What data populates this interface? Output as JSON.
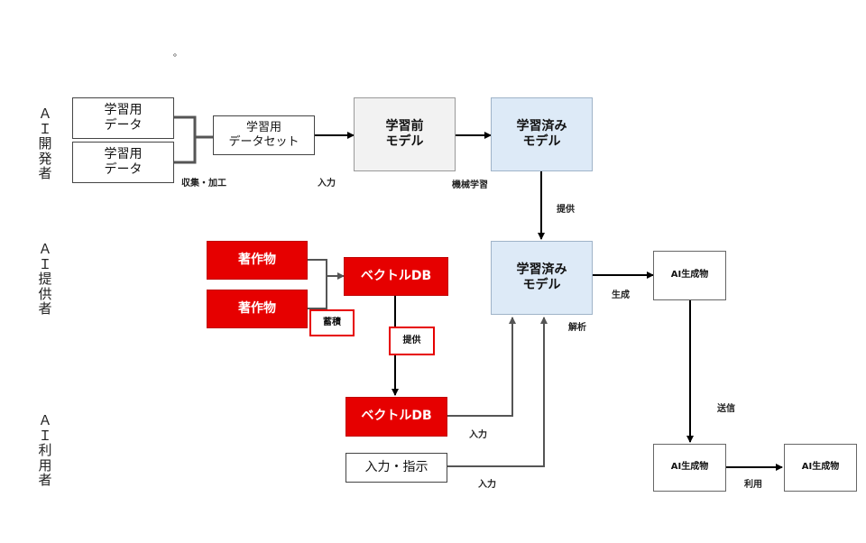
{
  "stray_mark": "。",
  "row_labels": {
    "developer": "Ａ\nＩ\n開\n発\n者",
    "provider": "Ａ\nＩ\n提\n供\n者",
    "user": "Ａ\nＩ\n利\n用\n者"
  },
  "nodes": {
    "training_data_1": "学習用\nデータ",
    "training_data_2": "学習用\nデータ",
    "training_dataset": "学習用\nデータセット",
    "pretrain_model": "学習前\nモデル",
    "trained_model_dev": "学習済み\nモデル",
    "copyright_work_1": "著作物",
    "copyright_work_2": "著作物",
    "vector_db_provider": "ベクトルDB",
    "trained_model_provider": "学習済み\nモデル",
    "ai_output_provider": "AI生成物",
    "vector_db_user": "ベクトルDB",
    "input_instruction": "入力・指示",
    "ai_output_user": "AI生成物",
    "ai_output_final": "AI生成物"
  },
  "labels": {
    "collect_process": "収集・加工",
    "input_1": "入力",
    "machine_learning": "機械学習",
    "provide_1": "提供",
    "accumulate": "蓄積",
    "provide_2": "提供",
    "analyze": "解析",
    "generate": "生成",
    "input_2": "入力",
    "input_3": "入力",
    "send": "送信",
    "use": "利用"
  },
  "colors": {
    "highlight_red": "#e60000",
    "model_blue": "#ddeaf7",
    "pre_model_grey": "#f2f2f2",
    "arrow_dark": "#000000",
    "arrow_grey": "#555555"
  }
}
